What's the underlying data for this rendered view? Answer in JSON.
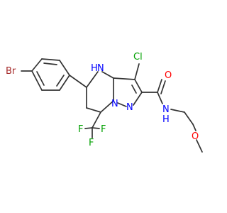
{
  "structure": {
    "atoms": {
      "br": "Br",
      "cl": "Cl",
      "nh": "H",
      "nh_n": "N",
      "n_ring": "N",
      "n_ring2": "N",
      "o": "O",
      "amide_n": "N",
      "amide_h": "H",
      "ether_o": "O",
      "f1": "F",
      "f2": "F",
      "f3": "F"
    },
    "colors": {
      "bond": "#333333",
      "bromine": "#a52a2a",
      "chlorine": "#00a000",
      "nitrogen": "#0000ff",
      "oxygen": "#ff0000",
      "fluorine": "#00a000"
    }
  }
}
